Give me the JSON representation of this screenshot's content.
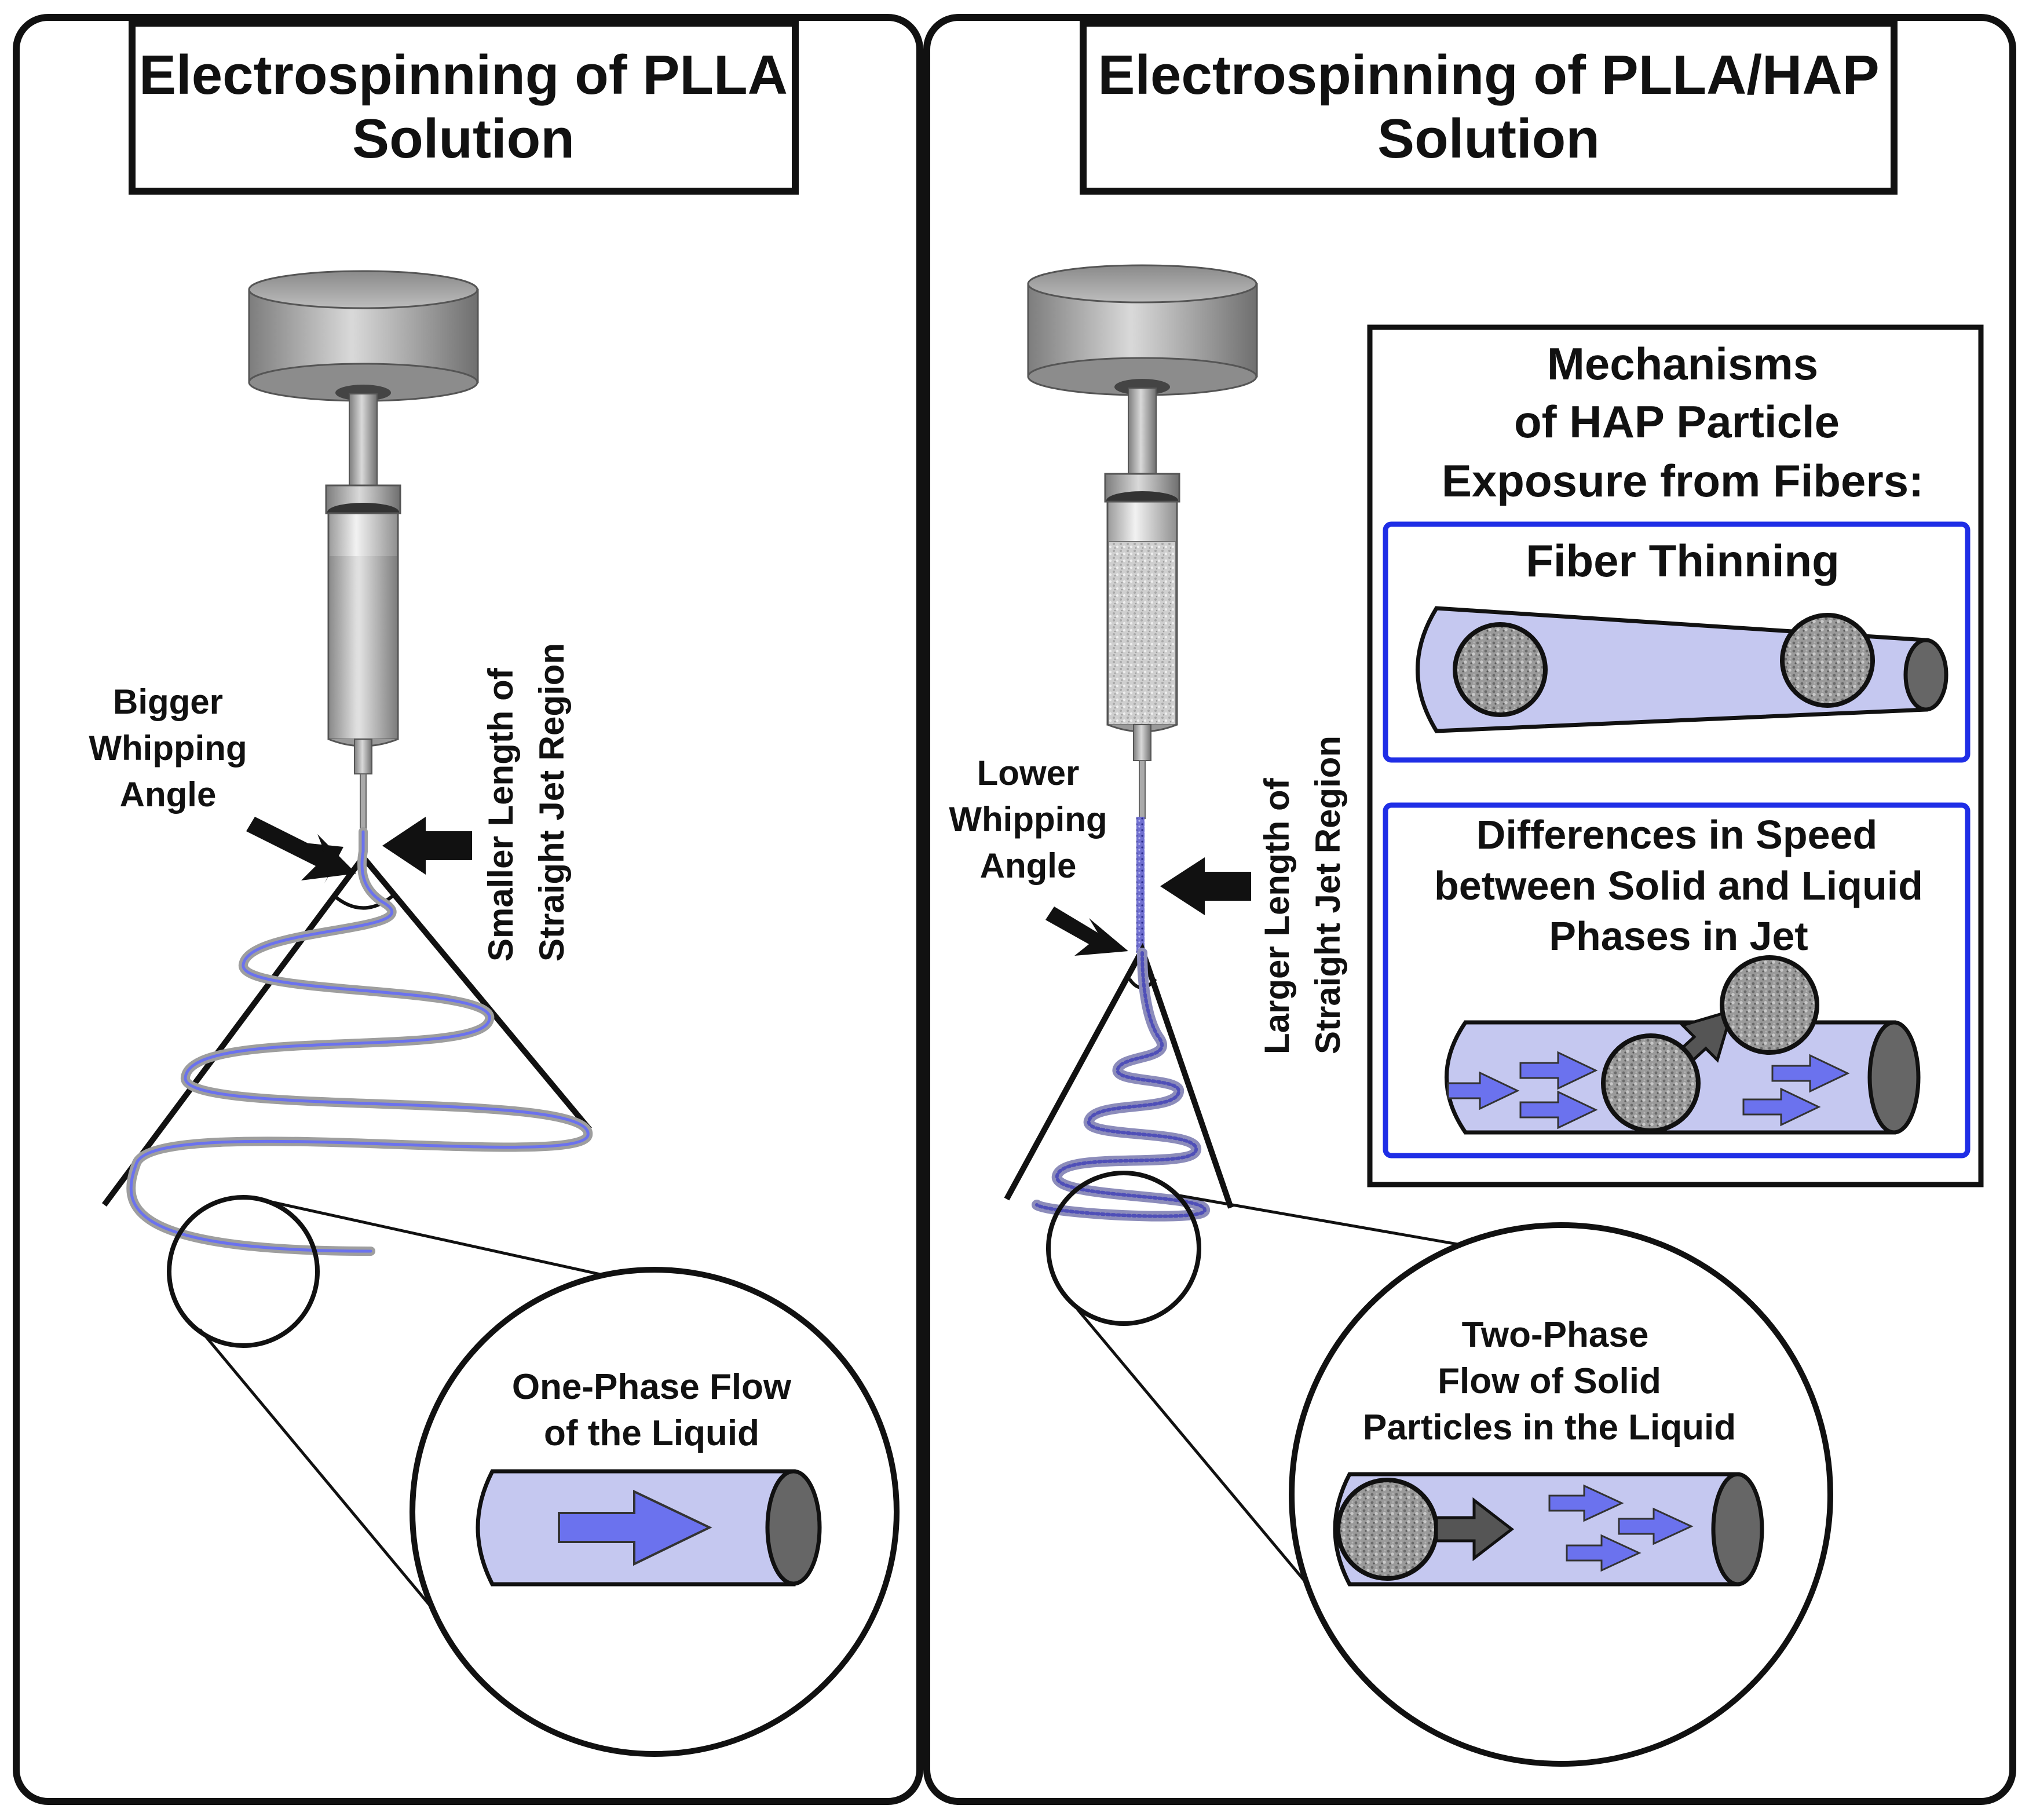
{
  "left_panel": {
    "title_line1": "Electrospinning of PLLA",
    "title_line2": "Solution",
    "angle_label": [
      "Bigger",
      "Whipping",
      "Angle"
    ],
    "jet_label": [
      "Smaller Length of",
      "Straight Jet Region"
    ],
    "zoom_label": [
      "One-Phase Flow",
      "of the Liquid"
    ]
  },
  "right_panel": {
    "title_line1": "Electrospinning of PLLA/HAP",
    "title_line2": "Solution",
    "angle_label": [
      "Lower",
      "Whipping",
      "Angle"
    ],
    "jet_label": [
      "Larger Length of",
      "Straight Jet Region"
    ],
    "zoom_label": [
      "Two-Phase",
      "Flow of Solid",
      "Particles in the Liquid"
    ]
  },
  "mechanisms": {
    "title": [
      "Mechanisms",
      "of HAP Particle",
      "Exposure from Fibers:"
    ],
    "fiber_thinning": "Fiber Thinning",
    "speed_diff": [
      "Differences in Speed",
      "between Solid and Liquid",
      "Phases in Jet"
    ]
  },
  "colors": {
    "fiber_fill": "#c5c8f0",
    "flow_arrow": "#6b72ee",
    "mechanism_border": "#1f2ee6",
    "particle": "#7a7a7a",
    "fiber_end": "#666666"
  }
}
